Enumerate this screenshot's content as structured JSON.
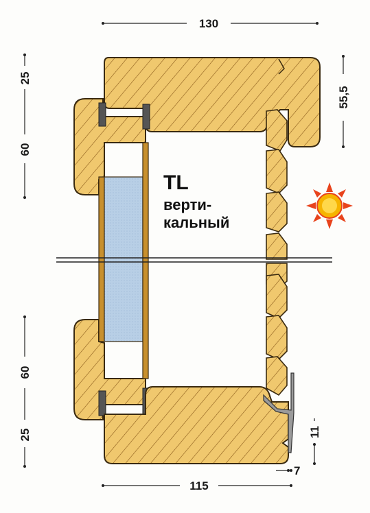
{
  "title": {
    "main": "TL",
    "line1": "верти-",
    "line2": "кальный"
  },
  "dimensions": {
    "top_width": "130",
    "bottom_width": "115",
    "left_top_25": "25",
    "left_top_60": "60",
    "left_bottom_60": "60",
    "left_bottom_25": "25",
    "right_top": "55,5",
    "right_bottom_11": "11",
    "bottom_right_7": "7"
  },
  "colors": {
    "wood": "#f0c86e",
    "wood_stroke": "#3a2a10",
    "grain": "#8a5a1a",
    "glass": "#b8cfe6",
    "sun": "#f6b400",
    "sun_rays": "#e8431c"
  },
  "icons": {
    "sun": "sun-icon"
  }
}
